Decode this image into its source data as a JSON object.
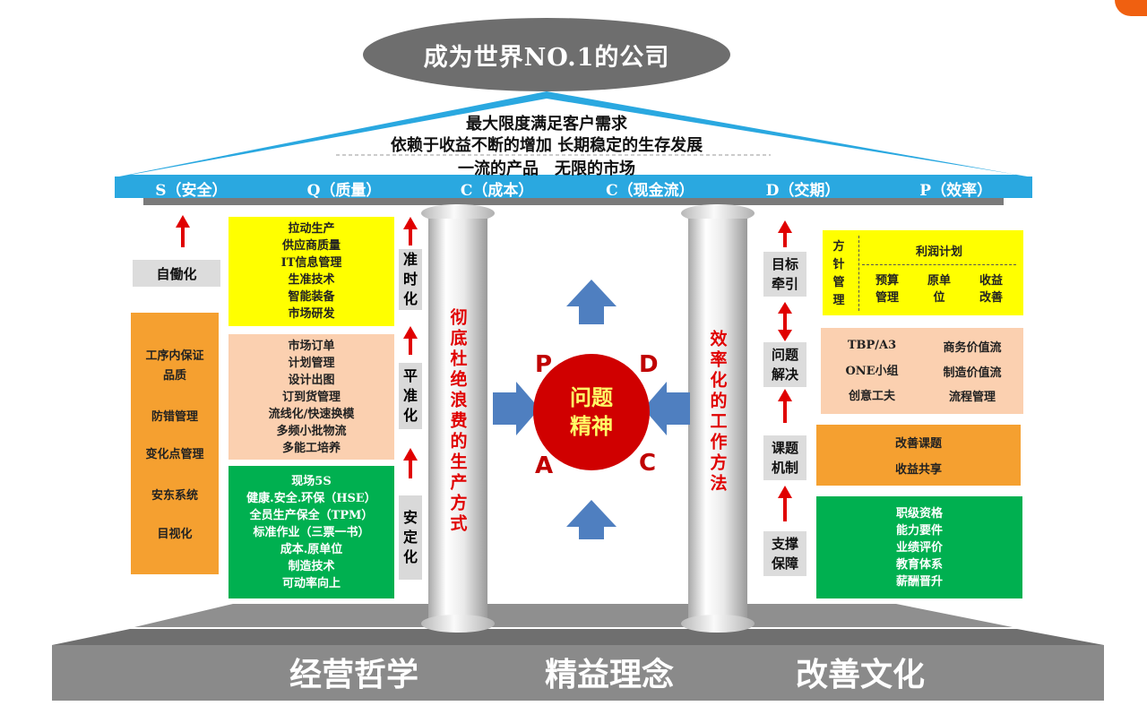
{
  "top_goal": "成为世界NO.1的公司",
  "roof": {
    "line1": "最大限度满足客户需求",
    "line2": "依赖于收益不断的增加 长期稳定的生存发展",
    "line3": "一流的产品　无限的市场"
  },
  "pillars_bar": [
    "S（安全）",
    "Q（质量）",
    "C（成本）",
    "C（现金流）",
    "D（交期）",
    "P（效率）"
  ],
  "left_col": {
    "label": "自働化",
    "items": [
      "工序内保证品质",
      "防错管理",
      "变化点管理",
      "安东系统",
      "目视化"
    ]
  },
  "mid_left": {
    "box1": [
      "拉动生产",
      "供应商质量",
      "IT信息管理",
      "生准技术",
      "智能装备",
      "市场研发"
    ],
    "box2": [
      "市场订单",
      "计划管理",
      "设计出图",
      "订到货管理",
      "流线化/快速换模",
      "多频小批物流",
      "多能工培养"
    ],
    "box3": [
      "现场5S",
      "健康.安全.环保（HSE）",
      "全员生产保全（TPM）",
      "标准作业（三票一书）",
      "成本.原单位",
      "制造技术",
      "可动率向上"
    ],
    "labels": [
      "准时化",
      "平准化",
      "安定化"
    ]
  },
  "left_pillar_text": "彻底杜绝浪费的生产方式",
  "right_pillar_text": "效率化的工作方法",
  "center": {
    "circle_line1": "问题",
    "circle_line2": "精神",
    "p": "P",
    "d": "D",
    "a": "A",
    "c": "C"
  },
  "right_labels": [
    "目标牵引",
    "问题解决",
    "课题机制",
    "支撑保障"
  ],
  "right_boxes": {
    "box1": {
      "left_v": "方针管理",
      "top": "利润计划",
      "items": [
        "预算管理",
        "原单位",
        "收益改善"
      ]
    },
    "box2": {
      "left": [
        "TBP/A3",
        "ONE小组",
        "创意工夫"
      ],
      "right": [
        "商务价值流",
        "制造价值流",
        "流程管理"
      ]
    },
    "box3": [
      "改善课题",
      "收益共享"
    ],
    "box4": [
      "职级资格",
      "能力要件",
      "业绩评价",
      "教育体系",
      "薪酬晋升"
    ]
  },
  "foundation": [
    "经营哲学",
    "精益理念",
    "改善文化"
  ],
  "colors": {
    "roof_blue": "#2aa8e0",
    "orange": "#f5a030",
    "yellow": "#ffff00",
    "peach": "#fbd0b0",
    "green": "#00b050",
    "red": "#d00000",
    "arrow_blue": "#4f7fc0"
  }
}
